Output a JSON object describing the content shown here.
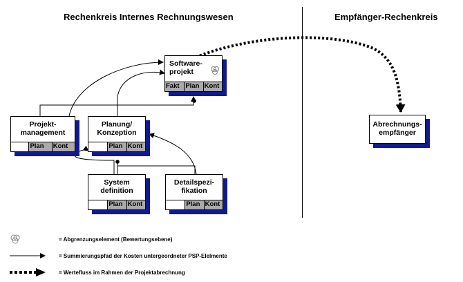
{
  "header": {
    "left": "Rechenkreis Internes Rechnungswesen",
    "right": "Empfänger-Rechenkreis"
  },
  "nodes": {
    "software": {
      "line1": "Software-",
      "line2": "projekt",
      "cells": [
        "Fakt",
        "Plan",
        "Kont"
      ]
    },
    "projekt": {
      "line1": "Projekt-",
      "line2": "management",
      "cells": [
        "Plan",
        "Kont"
      ]
    },
    "planung": {
      "line1": "Planung/",
      "line2": "Konzeption",
      "cells": [
        "Plan",
        "Kont"
      ]
    },
    "system": {
      "line1": "System",
      "line2": "definition",
      "cells": [
        "Plan",
        "Kont"
      ]
    },
    "detail": {
      "line1": "Detailspezi-",
      "line2": "fikation",
      "cells": [
        "Plan",
        "Kont"
      ]
    },
    "abrechnung": {
      "line1": "Abrechnungs-",
      "line2": "empfänger"
    }
  },
  "legend": [
    {
      "icon": "element-icon",
      "text": "= Abgrenzungselement (Bewertungsebene)"
    },
    {
      "icon": "solid-arrow-icon",
      "text": "= Summierungspfad der Kosten untergeordneter PSP-Elelmente"
    },
    {
      "icon": "dotted-arrow-icon",
      "text": "= Wertefluss im Rahmen der Projektabrechnung"
    }
  ],
  "colors": {
    "shadow": "#101a8e",
    "cell": "#aaaaaa"
  }
}
